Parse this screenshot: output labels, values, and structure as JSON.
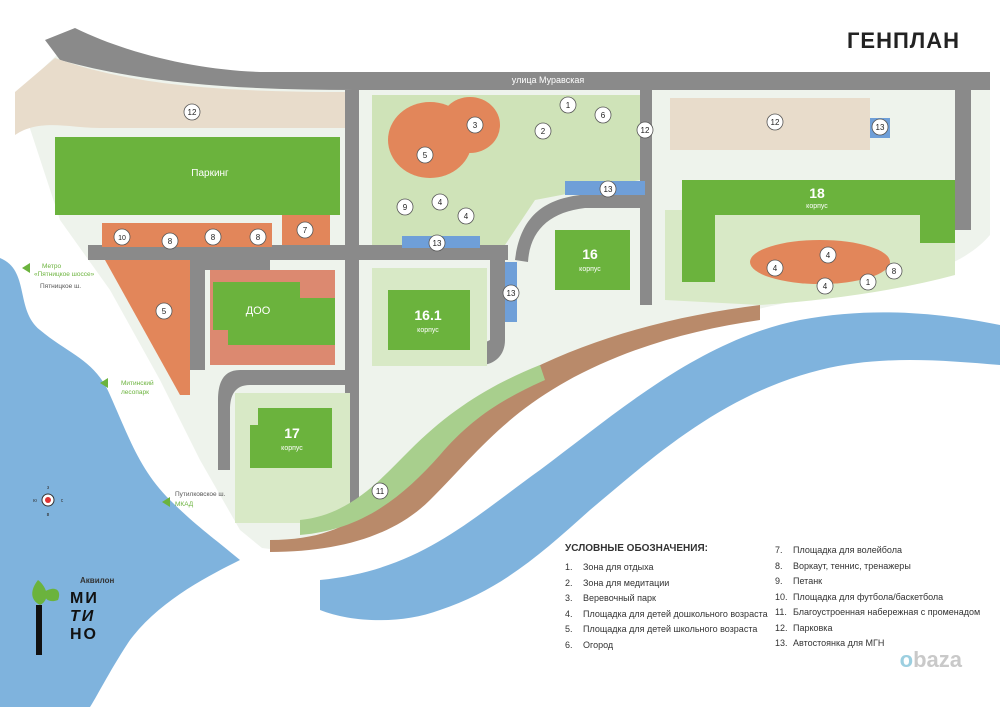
{
  "title": "ГЕНПЛАН",
  "street": "улица Муравская",
  "buildings": {
    "parking": "Паркинг",
    "doo": "ДОО",
    "b16_1": {
      "num": "16.1",
      "sub": "корпус"
    },
    "b16": {
      "num": "16",
      "sub": "корпус"
    },
    "b17": {
      "num": "17",
      "sub": "корпус"
    },
    "b18": {
      "num": "18",
      "sub": "корпус"
    }
  },
  "direction_labels": {
    "metro_1": "Метро",
    "metro_2": "«Пятницкое шоссе»",
    "pyatnitskoe": "Пятницкое ш.",
    "park_1": "Митинский",
    "park_2": "лесопарк",
    "putilkovskoe": "Путилковское ш.",
    "mkad": "МКАД"
  },
  "compass": {
    "n": "з",
    "w": "ю",
    "e": "с",
    "s": "в"
  },
  "legend": {
    "heading": "УСЛОВНЫЕ ОБОЗНАЧЕНИЯ:",
    "items": [
      {
        "num": "1.",
        "text": "Зона для отдыха"
      },
      {
        "num": "2.",
        "text": "Зона для медитации"
      },
      {
        "num": "3.",
        "text": "Веревочный парк"
      },
      {
        "num": "4.",
        "text": "Площадка для детей дошкольного возраста"
      },
      {
        "num": "5.",
        "text": "Площадка для детей школьного возраста"
      },
      {
        "num": "6.",
        "text": "Огород"
      },
      {
        "num": "7.",
        "text": "Площадка для волейбола"
      },
      {
        "num": "8.",
        "text": "Воркаут, теннис, тренажеры"
      },
      {
        "num": "9.",
        "text": "Петанк"
      },
      {
        "num": "10.",
        "text": "Площадка для футбола/баскетбола"
      },
      {
        "num": "11.",
        "text": "Благоустроенная набережная с променадом"
      },
      {
        "num": "12.",
        "text": "Парковка"
      },
      {
        "num": "13.",
        "text": "Автостоянка для МГН"
      }
    ]
  },
  "markers": [
    "1",
    "2",
    "3",
    "4",
    "5",
    "6",
    "7",
    "8",
    "9",
    "10",
    "11",
    "12",
    "13"
  ],
  "logo": {
    "brand": "Аквилон",
    "line1": "МИ",
    "line2": "ТИ",
    "line3": "НО"
  },
  "watermark": {
    "a": "o",
    "b": "baza"
  },
  "colors": {
    "river": "#7fb3dd",
    "road": "#8a8a8a",
    "grass": "#cfe3b8",
    "building": "#6bb33d",
    "play": "#e2865a",
    "parking": "#e8dccb",
    "mgn": "#6f9fd8",
    "path": "#a9705a"
  }
}
